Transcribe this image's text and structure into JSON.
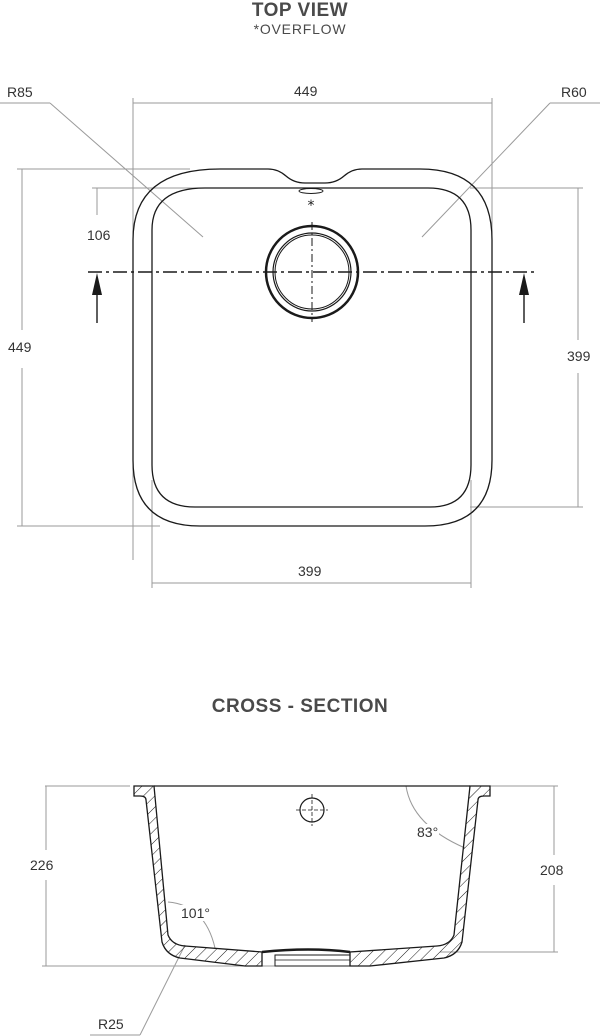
{
  "top_view": {
    "title": "TOP VIEW",
    "subtitle": "*OVERFLOW",
    "overflow_marker": "*",
    "dimensions": {
      "overall_width": "449",
      "overall_length": "449",
      "bowl_width": "399",
      "bowl_length": "399",
      "drain_offset": "106",
      "outer_corner_radius": "R85",
      "inner_corner_radius": "R60"
    }
  },
  "cross_section": {
    "title": "CROSS - SECTION",
    "dimensions": {
      "overall_depth": "226",
      "bowl_depth": "208",
      "bottom_radius": "R25",
      "left_angle": "101°",
      "right_angle": "83°"
    }
  },
  "colors": {
    "line": "#1a1a1a",
    "dimension_line": "#9a9a9a",
    "text": "#3c3c3c"
  }
}
